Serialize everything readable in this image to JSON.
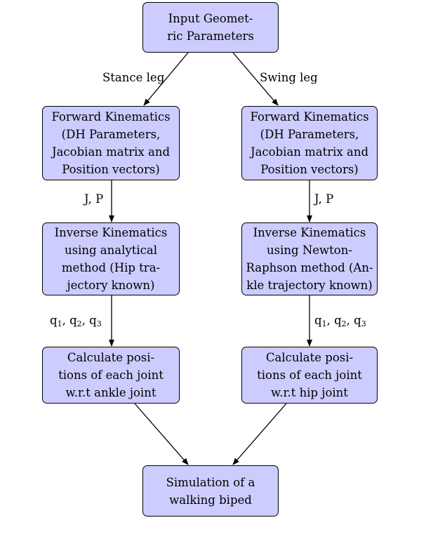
{
  "nodes": {
    "input": [
      "Input Geomet-",
      "ric Parameters"
    ],
    "fk_left": [
      "Forward Kinematics",
      "(DH Parameters,",
      "Jacobian matrix and",
      "Position vectors)"
    ],
    "fk_right": [
      "Forward Kinematics",
      "(DH Parameters,",
      "Jacobian matrix and",
      "Position vectors)"
    ],
    "ik_left": [
      "Inverse Kinematics",
      "using analytical",
      "method (Hip tra-",
      "jectory known)"
    ],
    "ik_right": [
      "Inverse Kinematics",
      "using Newton-",
      "Raphson method (An-",
      "kle trajectory known)"
    ],
    "calc_left": [
      "Calculate posi-",
      "tions of each joint",
      "w.r.t ankle joint"
    ],
    "calc_right": [
      "Calculate posi-",
      "tions of each joint",
      "w.r.t hip joint"
    ],
    "sim": [
      "Simulation of a",
      "walking biped"
    ]
  },
  "edge_labels": {
    "stance": "Stance leg",
    "swing": "Swing leg",
    "jp_left": "J, P",
    "jp_right": "J, P",
    "q_left": {
      "q": "q",
      "s1": "1",
      "s2": "2",
      "s3": "3",
      "sep": ", "
    },
    "q_right": {
      "q": "q",
      "s1": "1",
      "s2": "2",
      "s3": "3",
      "sep": ", "
    }
  }
}
